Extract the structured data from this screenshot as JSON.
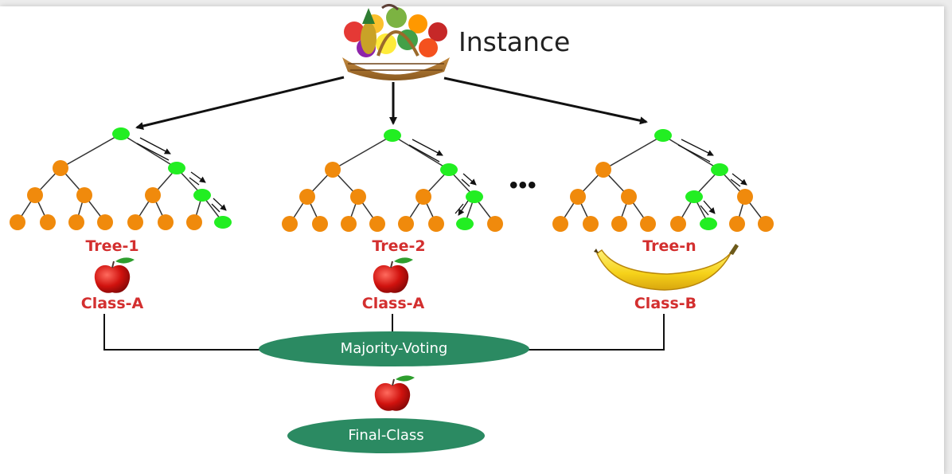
{
  "instance": {
    "label": "Instance",
    "image_icon": "fruit-basket-icon"
  },
  "trees": [
    {
      "name": "Tree-1",
      "prediction": "Class-A",
      "icon": "apple-icon"
    },
    {
      "name": "Tree-2",
      "prediction": "Class-A",
      "icon": "apple-icon"
    },
    {
      "name": "Tree-n",
      "prediction": "Class-B",
      "icon": "banana-icon"
    }
  ],
  "ellipsis": "•••",
  "majority_voting": {
    "label": "Majority-Voting"
  },
  "final": {
    "label": "Final-Class",
    "icon": "apple-icon"
  },
  "colors": {
    "decision_path_node": "#22ee22",
    "tree_node": "#f08a0c",
    "class_label": "#d32f2f",
    "oval": "#2b8a62"
  }
}
